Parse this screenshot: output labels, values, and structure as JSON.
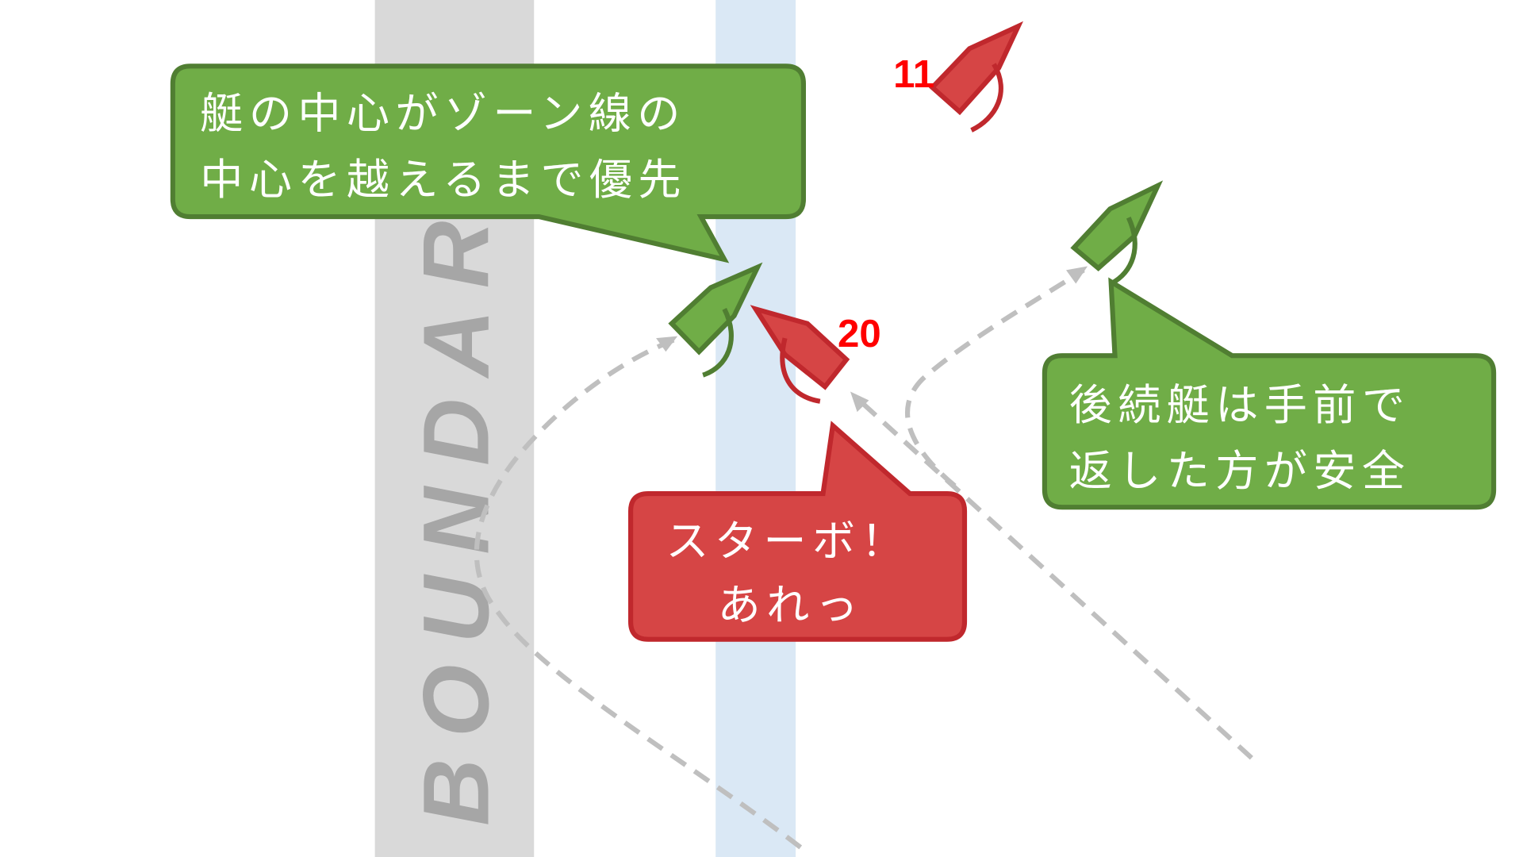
{
  "boundary_label": "BOUNDARY",
  "boats": [
    {
      "id": "green-lead",
      "color": "#70ad47"
    },
    {
      "id": "red-11",
      "number": "11",
      "color": "#d64545"
    },
    {
      "id": "red-20",
      "number": "20",
      "color": "#d64545"
    },
    {
      "id": "green-follow",
      "color": "#70ad47"
    }
  ],
  "callouts": {
    "priority": {
      "lines": [
        "艇の中心がゾーン線の",
        "中心を越えるまで優先"
      ],
      "color": "#70ad47"
    },
    "starboard": {
      "lines": [
        "スターボ！",
        "あれっ"
      ],
      "color": "#d64545"
    },
    "follower": {
      "lines": [
        "後続艇は手前で",
        "返した方が安全"
      ],
      "color": "#70ad47"
    }
  },
  "colors": {
    "zone": "#dae8f5",
    "boundary": "#d9d9d9",
    "green_stroke": "#507e32",
    "red_stroke": "#c0282d"
  }
}
